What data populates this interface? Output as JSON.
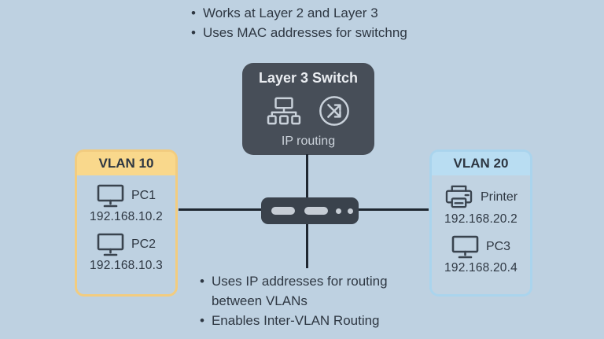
{
  "glyphs": {
    "bullet": "•"
  },
  "colors": {
    "background": "#bed1e1",
    "text": "#2e3742",
    "layer3_box": "#474e58",
    "connector_line": "#1f2731",
    "vlan10_header": "#f9d88c",
    "vlan10_border": "#f2cc7f",
    "vlan20_header": "#b9ddf2",
    "vlan20_border": "#aad4ed"
  },
  "top_notes": [
    "Works at Layer 2 and Layer 3",
    "Uses MAC addresses for switchng"
  ],
  "bottom_notes": [
    "Uses IP addresses for routing between VLANs",
    "Enables Inter-VLAN Routing"
  ],
  "layer3_switch": {
    "title": "Layer 3 Switch",
    "subtitle": "IP routing",
    "icons": [
      "network-topology",
      "router-arrows"
    ]
  },
  "vlan10": {
    "title": "VLAN 10",
    "devices": [
      {
        "icon": "monitor",
        "name": "PC1",
        "ip": "192.168.10.2"
      },
      {
        "icon": "monitor",
        "name": "PC2",
        "ip": "192.168.10.3"
      }
    ]
  },
  "vlan20": {
    "title": "VLAN 20",
    "devices": [
      {
        "icon": "printer",
        "name": "Printer",
        "ip": "192.168.20.2"
      },
      {
        "icon": "monitor",
        "name": "PC3",
        "ip": "192.168.20.4"
      }
    ]
  }
}
